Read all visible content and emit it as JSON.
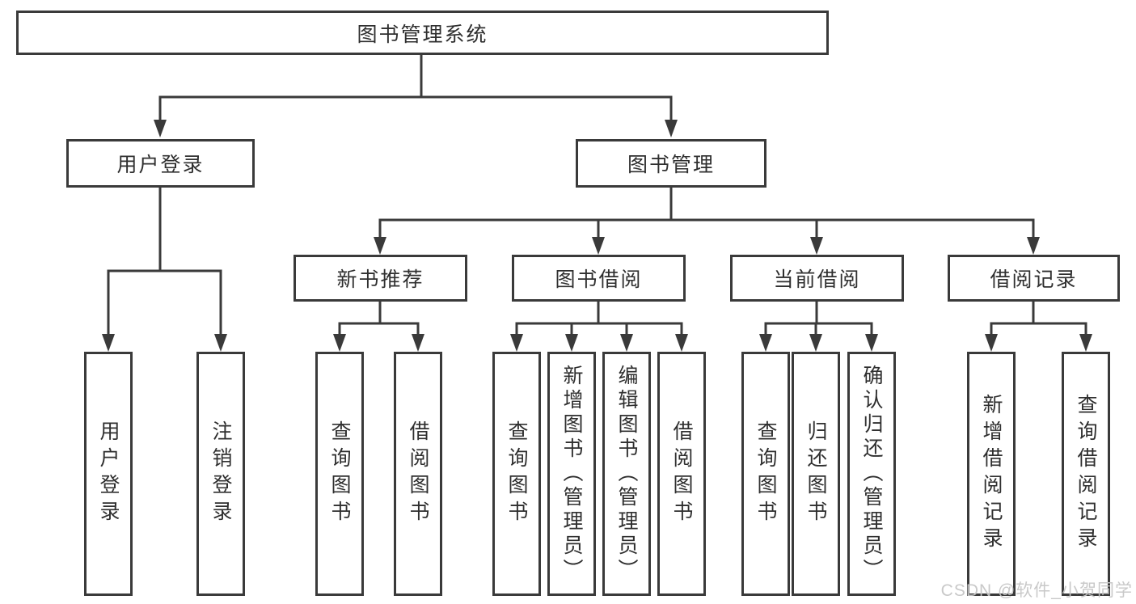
{
  "diagram": {
    "title": "图书管理系统",
    "root": {
      "label": "图书管理系统"
    },
    "level2": [
      {
        "label": "用户登录"
      },
      {
        "label": "图书管理"
      }
    ],
    "level3": [
      {
        "label": "新书推荐"
      },
      {
        "label": "图书借阅"
      },
      {
        "label": "当前借阅"
      },
      {
        "label": "借阅记录"
      }
    ],
    "leaves": [
      {
        "label": "用户登录",
        "parent": "用户登录"
      },
      {
        "label": "注销登录",
        "parent": "用户登录"
      },
      {
        "label": "查询图书",
        "parent": "新书推荐"
      },
      {
        "label": "借阅图书",
        "parent": "新书推荐"
      },
      {
        "label": "查询图书",
        "parent": "图书借阅"
      },
      {
        "label": "新增图书（管理员）",
        "parent": "图书借阅"
      },
      {
        "label": "编辑图书（管理员）",
        "parent": "图书借阅"
      },
      {
        "label": "借阅图书",
        "parent": "图书借阅"
      },
      {
        "label": "查询图书",
        "parent": "当前借阅"
      },
      {
        "label": "归还图书",
        "parent": "当前借阅"
      },
      {
        "label": "确认归还（管理员）",
        "parent": "当前借阅"
      },
      {
        "label": "新增借阅记录",
        "parent": "借阅记录"
      },
      {
        "label": "查询借阅记录",
        "parent": "借阅记录"
      }
    ],
    "watermark": "CSDN @软件_小贺同学",
    "colors": {
      "line": "#3a3a3a",
      "text": "#2f2f2f",
      "watermark": "#c6c6c6",
      "background": "#ffffff"
    }
  }
}
